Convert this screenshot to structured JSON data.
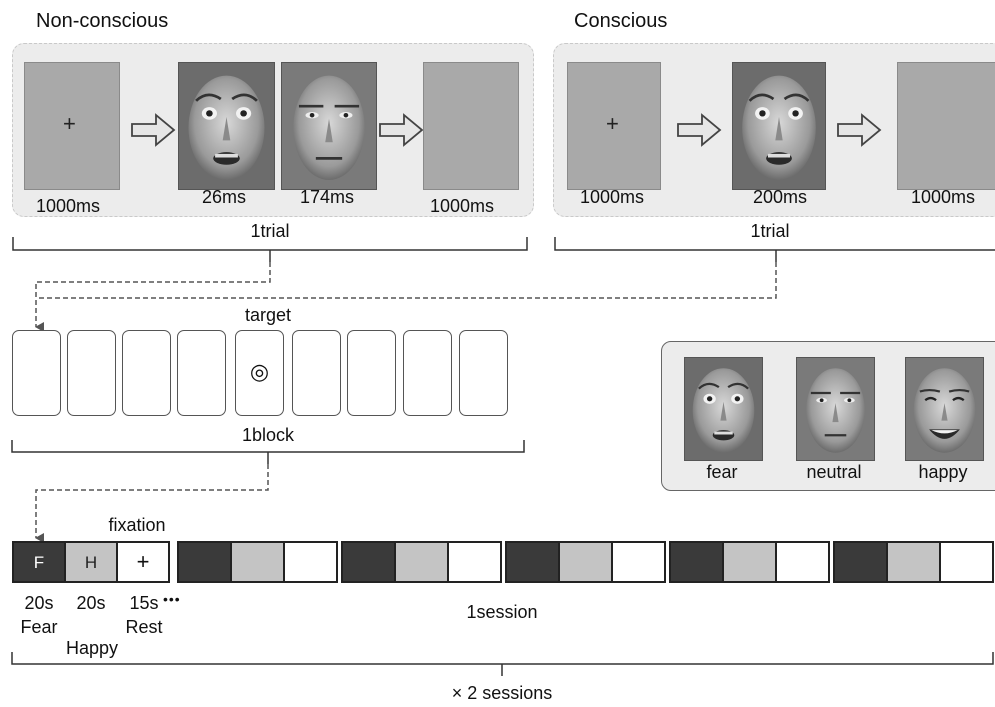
{
  "conditions": {
    "nonconscious": {
      "title": "Non-conscious",
      "fixation": "+",
      "t1": "1000ms",
      "t2": "26ms",
      "t3": "174ms",
      "t4": "1000ms",
      "trial": "1trial"
    },
    "conscious": {
      "title": "Conscious",
      "fixation": "+",
      "t1": "1000ms",
      "t2": "200ms",
      "t3": "1000ms",
      "trial": "1trial"
    }
  },
  "block": {
    "target_label": "target",
    "label": "1block",
    "cell_count": 9,
    "target_index": 4,
    "target_symbol": "◎"
  },
  "legend": {
    "items": [
      "fear",
      "neutral",
      "happy"
    ]
  },
  "session": {
    "fixation_label": "fixation",
    "seg_fear": "F",
    "seg_happy": "H",
    "seg_rest": "+",
    "d1": "20s",
    "d2": "20s",
    "d3": "15s",
    "dots": "•••",
    "fear": "Fear",
    "happy": "Happy",
    "rest": "Rest",
    "label": "1session",
    "sessions": "× 2 sessions"
  },
  "colors": {
    "fear": "#3a3a3a",
    "happy": "#c4c4c4",
    "rest": "#ffffff",
    "panel": "#ececec",
    "screen": "#a9a9a9"
  }
}
